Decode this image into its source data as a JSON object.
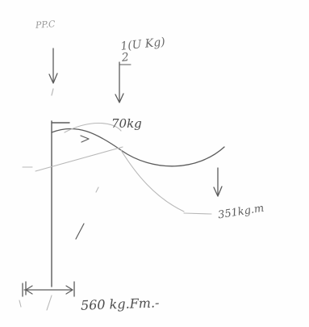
{
  "annotations": {
    "top_label": "PP.C",
    "fraction_label": "1(U Kg)\n2",
    "mid_load_label": "70kg",
    "right_moment_label": "351kg.m",
    "bottom_moment_label": "560 kg.Fm.-"
  },
  "colors": {
    "ink": "#5b5b5b",
    "light_ink": "#b8b8b8",
    "paper": "#fefefe"
  }
}
